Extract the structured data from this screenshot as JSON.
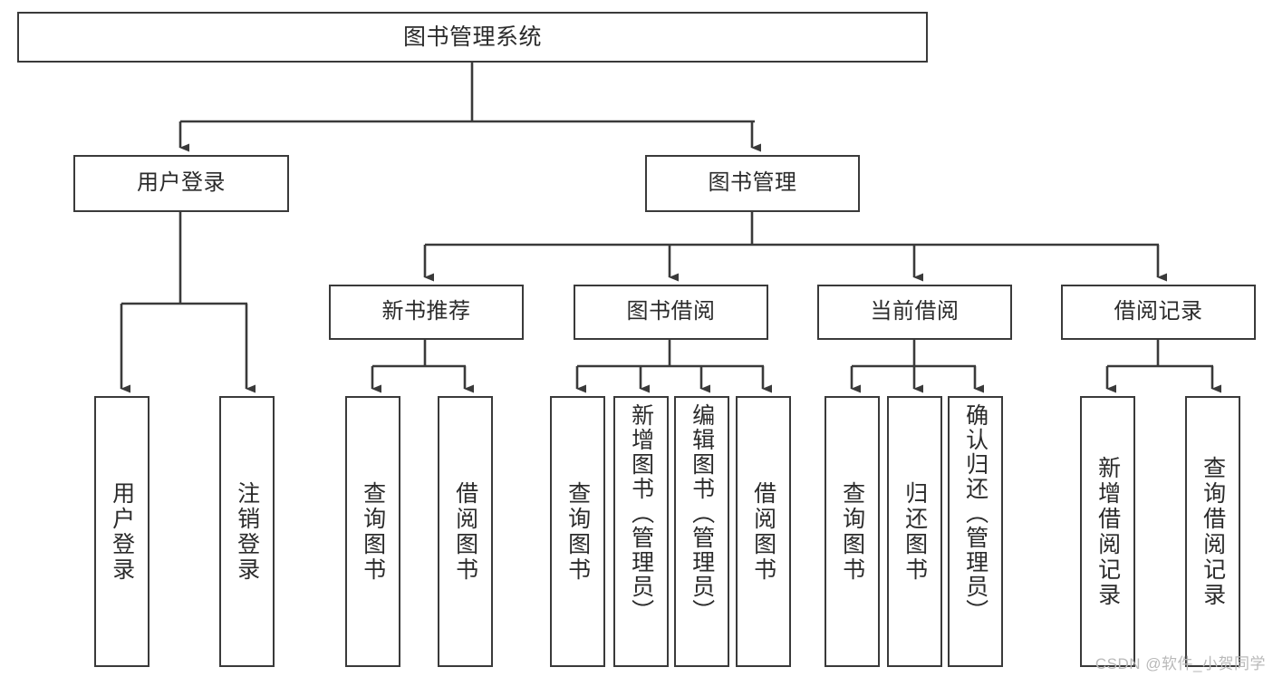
{
  "diagram": {
    "title": "图书管理系统",
    "watermark": "CSDN @软件_小贺同学",
    "stroke_color": "#3a3a3a",
    "text_color": "#2b2b2b",
    "background_color": "#ffffff",
    "nodes": {
      "root": "图书管理系统",
      "user_login": "用户登录",
      "book_manage": "图书管理",
      "new_book_rec": "新书推荐",
      "book_borrow": "图书借阅",
      "current_borrow": "当前借阅",
      "borrow_record": "借阅记录",
      "leaf_user_login": "用户登录",
      "leaf_logout": "注销登录",
      "leaf_rec_query": "查询图书",
      "leaf_rec_borrow": "借阅图书",
      "leaf_borrow_query": "查询图书",
      "leaf_borrow_add": "新增图书（管理员）",
      "leaf_borrow_edit": "编辑图书（管理员）",
      "leaf_borrow_borrow": "借阅图书",
      "leaf_cur_query": "查询图书",
      "leaf_cur_return": "归还图书",
      "leaf_cur_confirm": "确认归还（管理员）",
      "leaf_rec_add": "新增借阅记录",
      "leaf_rec_search": "查询借阅记录"
    }
  }
}
